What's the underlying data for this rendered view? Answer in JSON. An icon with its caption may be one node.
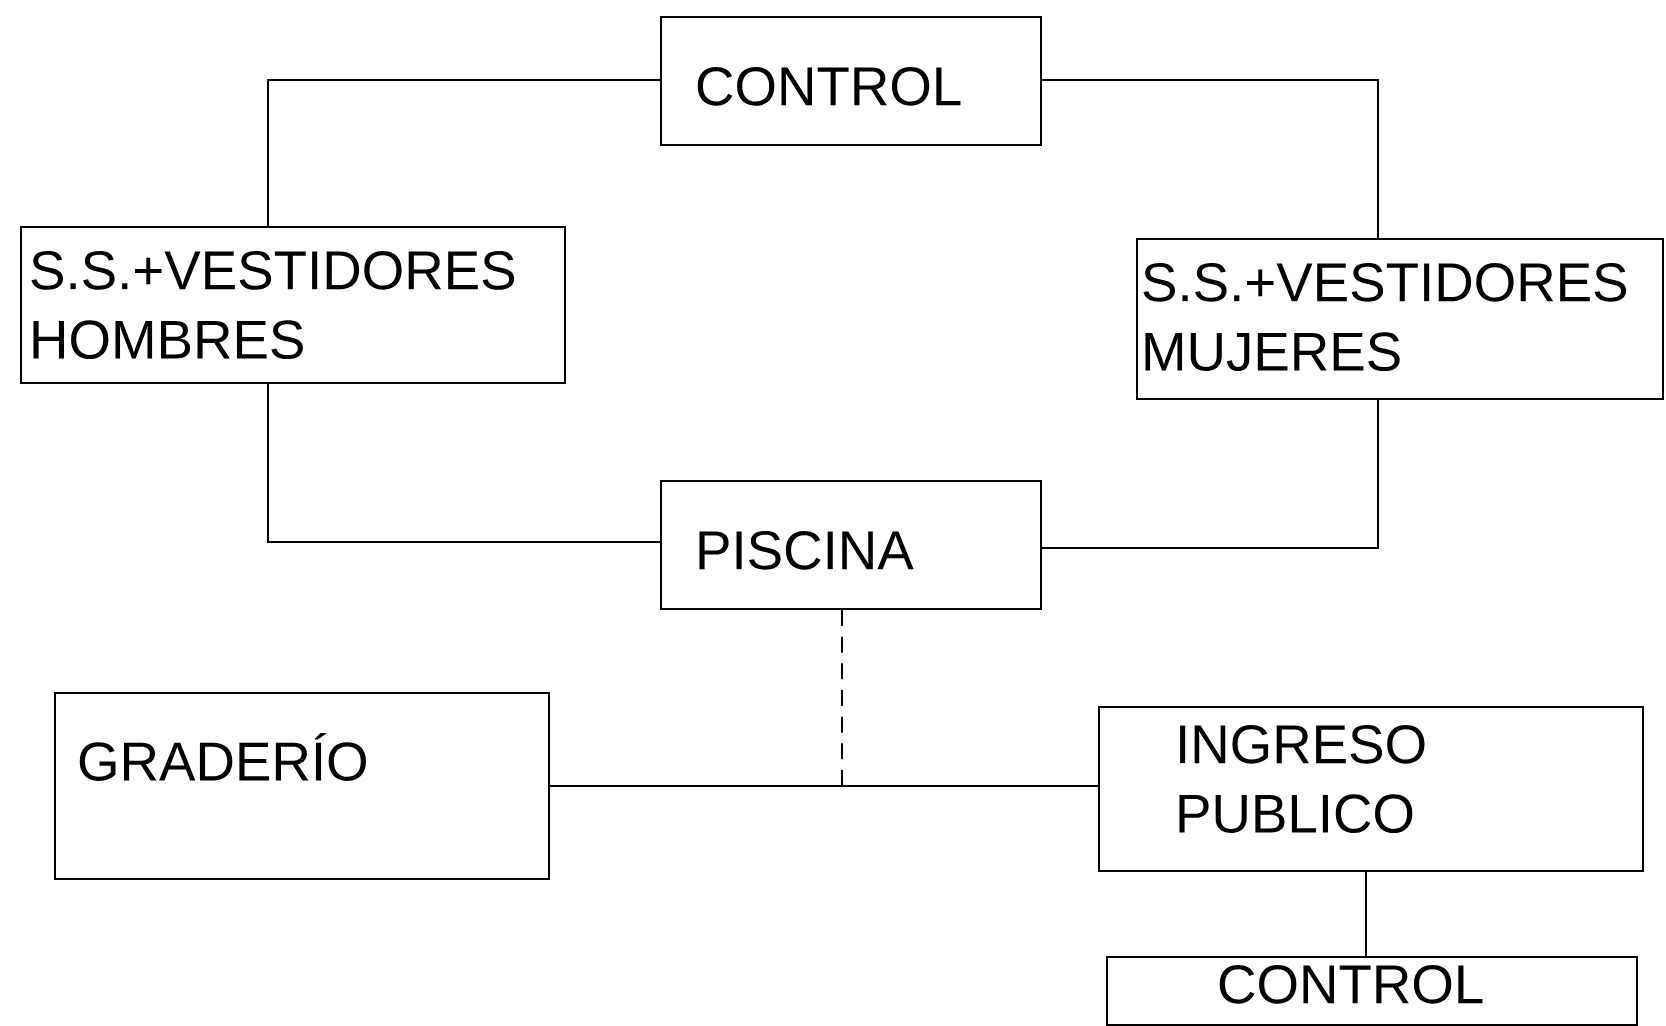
{
  "diagram": {
    "nodes": [
      {
        "text": [
          "CONTROL"
        ]
      },
      {
        "text": [
          "S.S.+VESTIDORES HOMBRES"
        ]
      },
      {
        "text": [
          "S.S.+VESTIDORES MUJERES"
        ]
      },
      {
        "text": [
          "PISCINA"
        ]
      },
      {
        "text": [
          "GRADERÍO"
        ]
      },
      {
        "text": [
          "INGRESO PUBLICO"
        ]
      },
      {
        "text": [
          "CONTROL"
        ]
      }
    ],
    "edges": [
      {
        "from": 0,
        "to": 1,
        "arrow": "none"
      },
      {
        "from": 0,
        "to": 2,
        "arrow": "none"
      },
      {
        "from": 1,
        "to": 3,
        "arrow": "none"
      },
      {
        "from": 2,
        "to": 3,
        "arrow": "none"
      },
      {
        "from": 3,
        "to": null,
        "arrow": "none",
        "style": "dashed"
      },
      {
        "from": 4,
        "to": 5,
        "arrow": "none"
      },
      {
        "from": 5,
        "to": 6,
        "arrow": "none"
      }
    ]
  }
}
